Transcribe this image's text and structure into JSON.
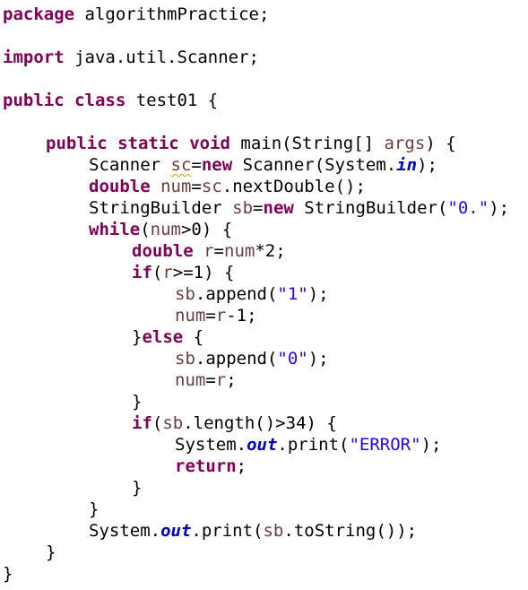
{
  "editor": {
    "language": "java",
    "colors": {
      "background": "#ffffff",
      "text": "#000000",
      "keyword": "#7f0055",
      "variable": "#6a3e3e",
      "string": "#2a00ff",
      "static_field": "#0000c0",
      "warning_underline": "#d4a000"
    },
    "lines": [
      {
        "indent": 0,
        "tokens": [
          {
            "t": "package",
            "k": "kw"
          },
          {
            "t": " algorithmPractice;",
            "k": "t"
          }
        ]
      },
      {
        "indent": 0,
        "tokens": []
      },
      {
        "indent": 0,
        "tokens": [
          {
            "t": "import",
            "k": "kw"
          },
          {
            "t": " java.util.Scanner;",
            "k": "t"
          }
        ]
      },
      {
        "indent": 0,
        "tokens": []
      },
      {
        "indent": 0,
        "tokens": [
          {
            "t": "public",
            "k": "kw"
          },
          {
            "t": " ",
            "k": "t"
          },
          {
            "t": "class",
            "k": "kw"
          },
          {
            "t": " test01 {",
            "k": "t"
          }
        ]
      },
      {
        "indent": 0,
        "tokens": []
      },
      {
        "indent": 1,
        "tokens": [
          {
            "t": "public",
            "k": "kw"
          },
          {
            "t": " ",
            "k": "t"
          },
          {
            "t": "static",
            "k": "kw"
          },
          {
            "t": " ",
            "k": "t"
          },
          {
            "t": "void",
            "k": "kw"
          },
          {
            "t": " main(String[] ",
            "k": "t"
          },
          {
            "t": "args",
            "k": "var"
          },
          {
            "t": ") {",
            "k": "t"
          }
        ]
      },
      {
        "indent": 2,
        "tokens": [
          {
            "t": "Scanner ",
            "k": "t"
          },
          {
            "t": "sc",
            "k": "var",
            "u": true
          },
          {
            "t": "=",
            "k": "t"
          },
          {
            "t": "new",
            "k": "kw"
          },
          {
            "t": " Scanner(System.",
            "k": "t"
          },
          {
            "t": "in",
            "k": "sf"
          },
          {
            "t": ");",
            "k": "t"
          }
        ]
      },
      {
        "indent": 2,
        "tokens": [
          {
            "t": "double",
            "k": "kw"
          },
          {
            "t": " ",
            "k": "t"
          },
          {
            "t": "num",
            "k": "var"
          },
          {
            "t": "=",
            "k": "t"
          },
          {
            "t": "sc",
            "k": "var"
          },
          {
            "t": ".nextDouble();",
            "k": "t"
          }
        ]
      },
      {
        "indent": 2,
        "tokens": [
          {
            "t": "StringBuilder ",
            "k": "t"
          },
          {
            "t": "sb",
            "k": "var"
          },
          {
            "t": "=",
            "k": "t"
          },
          {
            "t": "new",
            "k": "kw"
          },
          {
            "t": " StringBuilder(",
            "k": "t"
          },
          {
            "t": "\"0.\"",
            "k": "str"
          },
          {
            "t": ");",
            "k": "t"
          }
        ]
      },
      {
        "indent": 2,
        "tokens": [
          {
            "t": "while",
            "k": "kw"
          },
          {
            "t": "(",
            "k": "t"
          },
          {
            "t": "num",
            "k": "var"
          },
          {
            "t": ">0) {",
            "k": "t"
          }
        ]
      },
      {
        "indent": 3,
        "tokens": [
          {
            "t": "double",
            "k": "kw"
          },
          {
            "t": " ",
            "k": "t"
          },
          {
            "t": "r",
            "k": "var"
          },
          {
            "t": "=",
            "k": "t"
          },
          {
            "t": "num",
            "k": "var"
          },
          {
            "t": "*2;",
            "k": "t"
          }
        ]
      },
      {
        "indent": 3,
        "tokens": [
          {
            "t": "if",
            "k": "kw"
          },
          {
            "t": "(",
            "k": "t"
          },
          {
            "t": "r",
            "k": "var"
          },
          {
            "t": ">=1) {",
            "k": "t"
          }
        ]
      },
      {
        "indent": 4,
        "tokens": [
          {
            "t": "sb",
            "k": "var"
          },
          {
            "t": ".append(",
            "k": "t"
          },
          {
            "t": "\"1\"",
            "k": "str"
          },
          {
            "t": ");",
            "k": "t"
          }
        ]
      },
      {
        "indent": 4,
        "tokens": [
          {
            "t": "num",
            "k": "var"
          },
          {
            "t": "=",
            "k": "t"
          },
          {
            "t": "r",
            "k": "var"
          },
          {
            "t": "-1;",
            "k": "t"
          }
        ]
      },
      {
        "indent": 3,
        "tokens": [
          {
            "t": "}",
            "k": "t"
          },
          {
            "t": "else",
            "k": "kw"
          },
          {
            "t": " {",
            "k": "t"
          }
        ]
      },
      {
        "indent": 4,
        "tokens": [
          {
            "t": "sb",
            "k": "var"
          },
          {
            "t": ".append(",
            "k": "t"
          },
          {
            "t": "\"0\"",
            "k": "str"
          },
          {
            "t": ");",
            "k": "t"
          }
        ]
      },
      {
        "indent": 4,
        "tokens": [
          {
            "t": "num",
            "k": "var"
          },
          {
            "t": "=",
            "k": "t"
          },
          {
            "t": "r",
            "k": "var"
          },
          {
            "t": ";",
            "k": "t"
          }
        ]
      },
      {
        "indent": 3,
        "tokens": [
          {
            "t": "}",
            "k": "t"
          }
        ]
      },
      {
        "indent": 3,
        "tokens": [
          {
            "t": "if",
            "k": "kw"
          },
          {
            "t": "(",
            "k": "t"
          },
          {
            "t": "sb",
            "k": "var"
          },
          {
            "t": ".length()>34) {",
            "k": "t"
          }
        ]
      },
      {
        "indent": 4,
        "tokens": [
          {
            "t": "System.",
            "k": "t"
          },
          {
            "t": "out",
            "k": "sf"
          },
          {
            "t": ".print(",
            "k": "t"
          },
          {
            "t": "\"ERROR\"",
            "k": "str"
          },
          {
            "t": ");",
            "k": "t"
          }
        ]
      },
      {
        "indent": 4,
        "tokens": [
          {
            "t": "return",
            "k": "kw"
          },
          {
            "t": ";",
            "k": "t"
          }
        ]
      },
      {
        "indent": 3,
        "tokens": [
          {
            "t": "}",
            "k": "t"
          }
        ]
      },
      {
        "indent": 2,
        "tokens": [
          {
            "t": "}",
            "k": "t"
          }
        ]
      },
      {
        "indent": 2,
        "tokens": [
          {
            "t": "System.",
            "k": "t"
          },
          {
            "t": "out",
            "k": "sf"
          },
          {
            "t": ".print(",
            "k": "t"
          },
          {
            "t": "sb",
            "k": "var"
          },
          {
            "t": ".toString());",
            "k": "t"
          }
        ]
      },
      {
        "indent": 1,
        "tokens": [
          {
            "t": "}",
            "k": "t"
          }
        ]
      },
      {
        "indent": 0,
        "tokens": [
          {
            "t": "}",
            "k": "t"
          }
        ]
      }
    ]
  }
}
